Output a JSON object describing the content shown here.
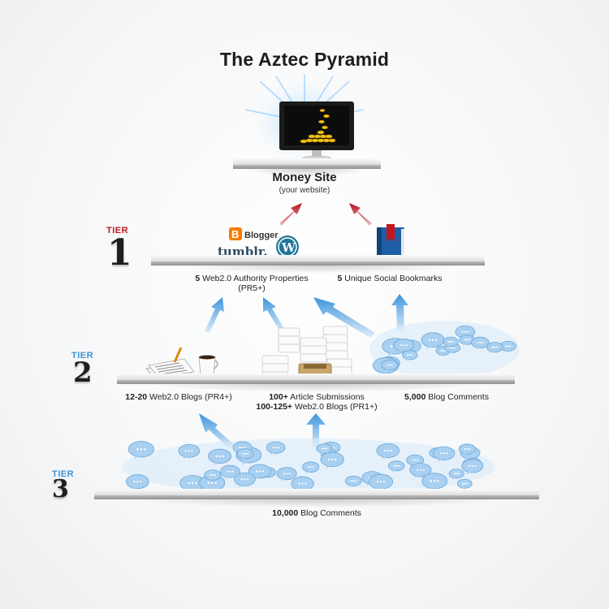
{
  "title": "The Aztec Pyramid",
  "money_site": {
    "title": "Money Site",
    "subtitle": "(your website)"
  },
  "tiers": [
    {
      "word": "TIER",
      "number": "1",
      "color": "#c0151c",
      "labels": [
        {
          "bold": "5",
          "text": " Web2.0 Authority Properties",
          "line2": "(PR5+)"
        },
        {
          "bold": "5",
          "text": " Unique Social Bookmarks"
        }
      ]
    },
    {
      "word": "TIER",
      "number": "2",
      "color": "#3b93d9",
      "labels": [
        {
          "bold": "12-20",
          "text": " Web2.0 Blogs (PR4+)"
        },
        {
          "bold": "100+",
          "text": " Article Submissions",
          "line2_bold": "100-125+",
          "line2": " Web2.0 Blogs (PR1+)"
        },
        {
          "bold": "5,000",
          "text": " Blog Comments"
        }
      ]
    },
    {
      "word": "TIER",
      "number": "3",
      "color": "#3b93d9",
      "labels": [
        {
          "bold": "10,000",
          "text": " Blog Comments"
        }
      ]
    }
  ],
  "logos": {
    "blogger": "Blogger",
    "tumblr": "tumblr."
  },
  "colors": {
    "arrow_red": "#b3121a",
    "arrow_blue": "#3d95de",
    "bubble": "#a9d0f0"
  },
  "icons": [
    "monitor-icon",
    "blogger-icon",
    "tumblr-icon",
    "wordpress-icon",
    "bookmark-book-icon",
    "newspaper-icon",
    "coffee-cup-icon",
    "paper-stack-icon",
    "inbox-tray-icon",
    "chat-bubbles-icon"
  ]
}
